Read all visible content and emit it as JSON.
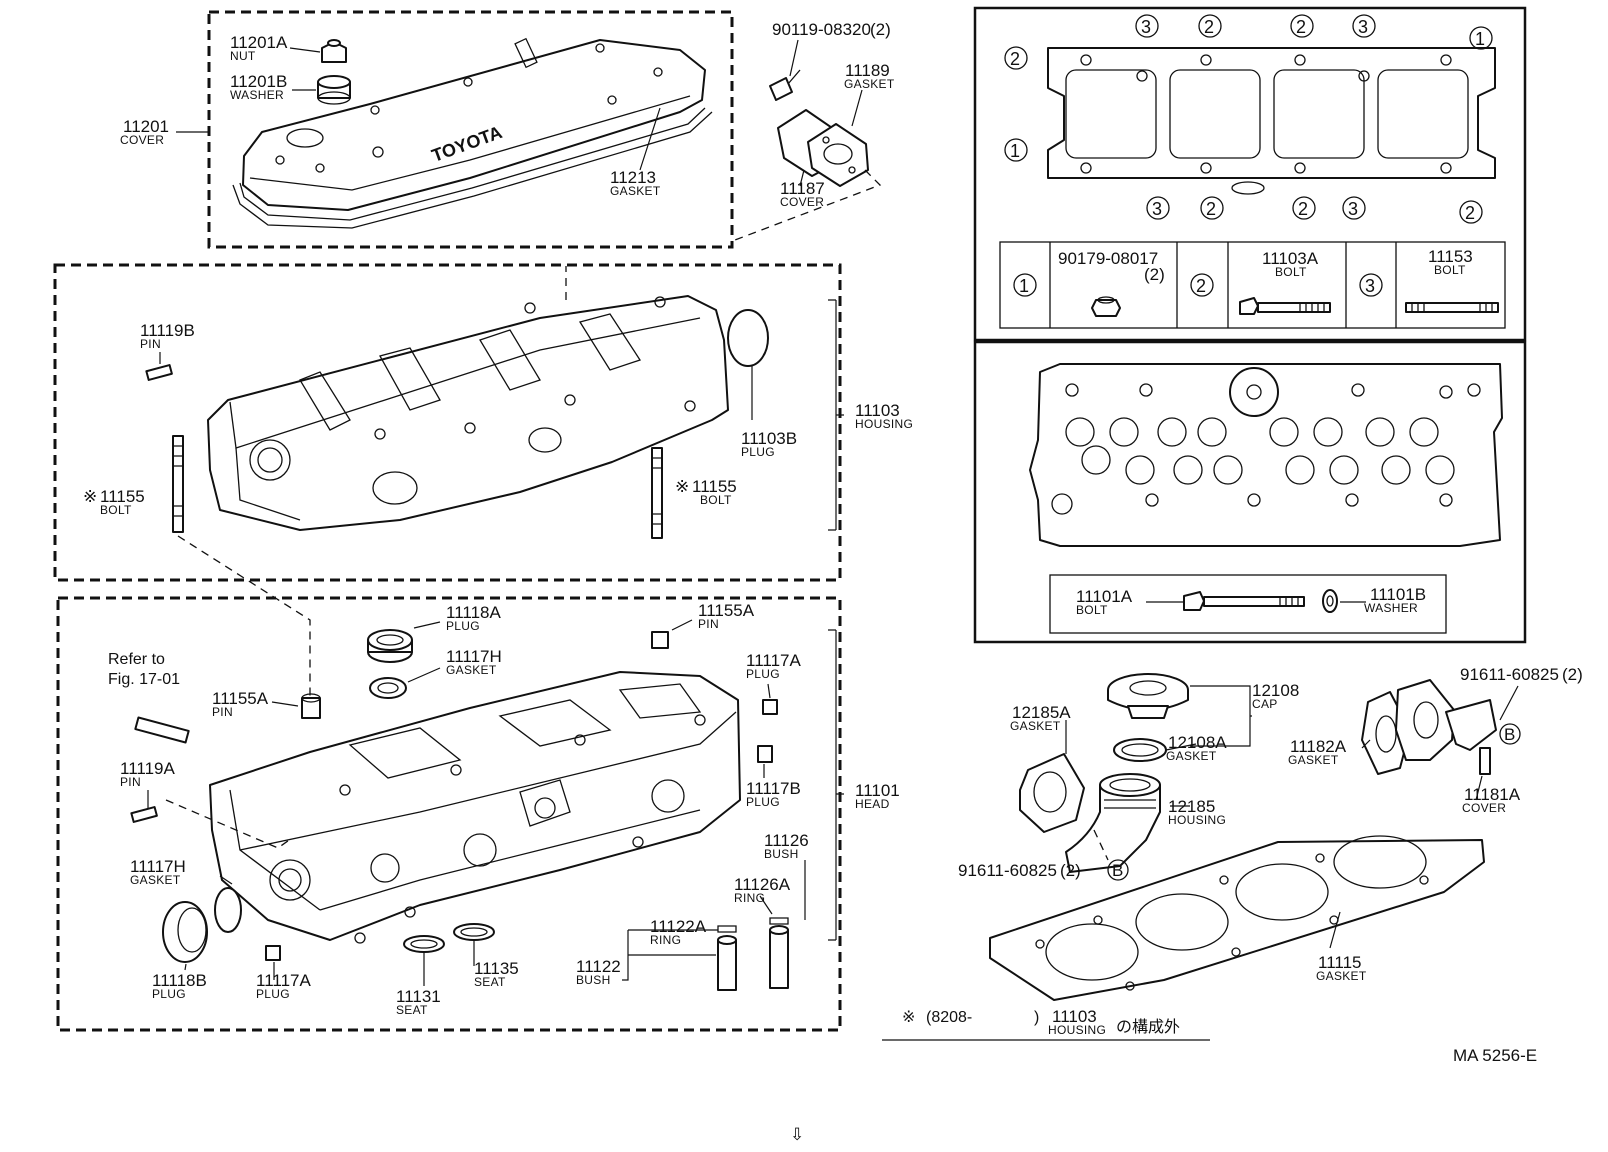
{
  "groups": {
    "valve_cover": {
      "nut": {
        "number": "11201A",
        "name": "NUT"
      },
      "washer": {
        "number": "11201B",
        "name": "WASHER"
      },
      "cover": {
        "number": "11201",
        "name": "COVER"
      },
      "gasket": {
        "number": "11213",
        "name": "GASKET"
      },
      "logo": "TOYOTA"
    },
    "side_cover": {
      "bolt": {
        "number": "90119-08320",
        "qty": "(2)"
      },
      "gasket": {
        "number": "11189",
        "name": "GASKET"
      },
      "cover": {
        "number": "11187",
        "name": "COVER"
      }
    },
    "cam_housing": {
      "pin": {
        "number": "11119B",
        "name": "PIN"
      },
      "plug": {
        "number": "11103B",
        "name": "PLUG"
      },
      "housing": {
        "number": "11103",
        "name": "HOUSING"
      },
      "bolt_left": {
        "mark": "※",
        "number": "11155",
        "name": "BOLT"
      },
      "bolt_right": {
        "mark": "※",
        "number": "11155",
        "name": "BOLT"
      }
    },
    "cylinder_head": {
      "plug_a": {
        "number": "11118A",
        "name": "PLUG"
      },
      "gasket_top": {
        "number": "11117H",
        "name": "GASKET"
      },
      "pin_right": {
        "number": "11155A",
        "name": "PIN"
      },
      "pin_left": {
        "number": "11155A",
        "name": "PIN"
      },
      "refer": {
        "line1": "Refer to",
        "line2": "Fig. 17-01"
      },
      "plug_117a_right": {
        "number": "11117A",
        "name": "PLUG"
      },
      "plug_117b": {
        "number": "11117B",
        "name": "PLUG"
      },
      "head": {
        "number": "11101",
        "name": "HEAD"
      },
      "pin_11119a": {
        "number": "11119A",
        "name": "PIN"
      },
      "gasket_left": {
        "number": "11117H",
        "name": "GASKET"
      },
      "bush_126": {
        "number": "11126",
        "name": "BUSH"
      },
      "ring_126a": {
        "number": "11126A",
        "name": "RING"
      },
      "ring_122a": {
        "number": "11122A",
        "name": "RING"
      },
      "bush_122": {
        "number": "11122",
        "name": "BUSH"
      },
      "plug_118b": {
        "number": "11118B",
        "name": "PLUG"
      },
      "plug_117a_bottom": {
        "number": "11117A",
        "name": "PLUG"
      },
      "seat_131": {
        "number": "11131",
        "name": "SEAT"
      },
      "seat_135": {
        "number": "11135",
        "name": "SEAT"
      }
    },
    "manifold_bolts": {
      "callouts_top": [
        "3",
        "2",
        "2",
        "3",
        "1"
      ],
      "callout_left_top": "2",
      "callout_left_mid": "1",
      "callouts_bottom": [
        "3",
        "2",
        "2",
        "3",
        "2"
      ],
      "legend": [
        {
          "mark": "1",
          "number": "90179-08017",
          "qty": "(2)",
          "name": ""
        },
        {
          "mark": "2",
          "number": "11103A",
          "qty": "",
          "name": "BOLT"
        },
        {
          "mark": "3",
          "number": "11153",
          "qty": "",
          "name": "BOLT"
        }
      ]
    },
    "head_bolts": {
      "bolt": {
        "number": "11101A",
        "name": "BOLT"
      },
      "washer": {
        "number": "11101B",
        "name": "WASHER"
      }
    },
    "filler": {
      "cap": {
        "number": "12108",
        "name": "CAP"
      },
      "cap_gasket": {
        "number": "12108A",
        "name": "GASKET"
      },
      "housing": {
        "number": "12185",
        "name": "HOUSING"
      },
      "housing_gasket": {
        "number": "12185A",
        "name": "GASKET"
      },
      "bolt": {
        "number": "91611-60825",
        "qty": "(2)",
        "ref": "B"
      }
    },
    "water_outlet": {
      "bolt": {
        "number": "91611-60825",
        "qty": "(2)",
        "ref": "B"
      },
      "gasket": {
        "number": "11182A",
        "name": "GASKET"
      },
      "cover": {
        "number": "11181A",
        "name": "COVER"
      }
    },
    "head_gasket": {
      "number": "11115",
      "name": "GASKET"
    }
  },
  "footnote": {
    "mark": "※",
    "range": "(8208-",
    "close": ")",
    "number": "11103",
    "name": "HOUSING",
    "japanese": "の構成外"
  },
  "figure_code": "MA 5256-E",
  "next_arrow": "⇩"
}
